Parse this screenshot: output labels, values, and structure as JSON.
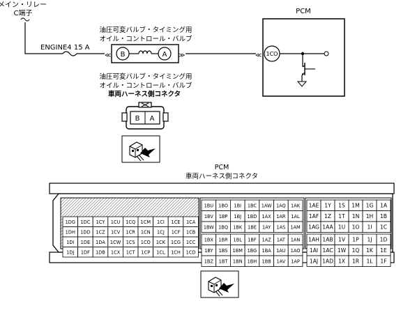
{
  "main_relay": {
    "line1": "メイン・リレー",
    "line2": "C端子"
  },
  "fuse_label": "ENGINE4 15 A",
  "valve": {
    "title_line1": "油圧可変バルブ・タイミング用",
    "title_line2": "オイル・コントロール・バルブ",
    "pin_b": "B",
    "pin_a": "A"
  },
  "valve_connector": {
    "title_line1": "油圧可変バルブ・タイミング用",
    "title_line2": "オイル・コントロール・バルブ",
    "title_line3": "車両ハーネス側コネクタ",
    "pins": [
      "B",
      "A"
    ]
  },
  "pcm": {
    "title": "PCM",
    "terminal": "1CO"
  },
  "pcm_connector": {
    "title_line1": "PCM",
    "title_line2": "車両ハーネス側コネクタ",
    "block_left": [
      [
        "1DG",
        "1DC",
        "1CY",
        "1CU",
        "1CQ",
        "1CM",
        "1CI",
        "1CE",
        "1CA"
      ],
      [
        "1DH",
        "1DD",
        "1CZ",
        "1CV",
        "1CR",
        "1CN",
        "1CJ",
        "1CF",
        "1CB"
      ],
      [
        "1DI",
        "1DE",
        "1DA",
        "1CW",
        "1CS",
        "1CO",
        "1CK",
        "1CG",
        "1CC"
      ],
      [
        "1DJ",
        "1DF",
        "1DB",
        "1CX",
        "1CT",
        "1CP",
        "1CL",
        "1CH",
        "1CD"
      ]
    ],
    "block_mid_top": [
      [
        "1BU",
        "1BO",
        "1BI",
        "1BC",
        "1AW",
        "1AQ",
        "1AK"
      ],
      [
        "1BV",
        "1BP",
        "1BJ",
        "1BD",
        "1AX",
        "1AR",
        "1AL"
      ],
      [
        "1BW",
        "1BQ",
        "1BK",
        "1BE",
        "1AY",
        "1AS",
        "1AM"
      ]
    ],
    "block_mid_bottom": [
      [
        "1BX",
        "1BR",
        "1BL",
        "1BF",
        "1AZ",
        "1AT",
        "1AN"
      ],
      [
        "1BY",
        "1BS",
        "1BM",
        "1BG",
        "1BA",
        "1AU",
        "1AO"
      ],
      [
        "1BZ",
        "1BT",
        "1BN",
        "1BH",
        "1BB",
        "1AV",
        "1AP"
      ]
    ],
    "block_right_top": [
      [
        "1AE",
        "1Y",
        "1S",
        "1M",
        "1G",
        "1A"
      ],
      [
        "1AF",
        "1Z",
        "1T",
        "1N",
        "1H",
        "1B"
      ],
      [
        "1AG",
        "1AA",
        "1U",
        "1O",
        "1I",
        "1C"
      ]
    ],
    "block_right_bottom": [
      [
        "1AH",
        "1AB",
        "1V",
        "1P",
        "1J",
        "1D"
      ],
      [
        "1AI",
        "1AC",
        "1W",
        "1Q",
        "1K",
        "1E"
      ],
      [
        "1AJ",
        "1AD",
        "1X",
        "1R",
        "1L",
        "1F"
      ]
    ]
  }
}
